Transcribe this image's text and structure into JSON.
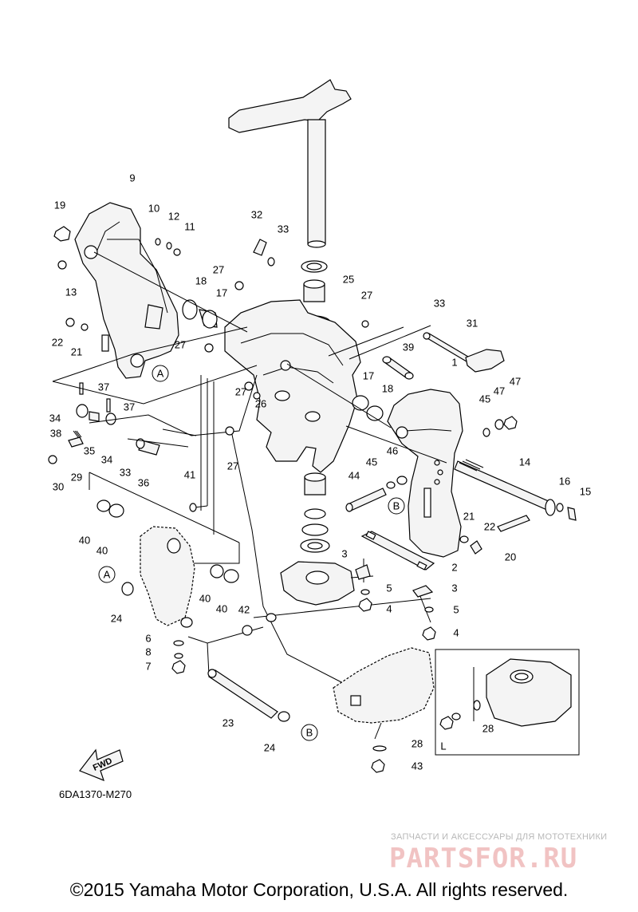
{
  "diagram_code": "6DA1370-M270",
  "copyright": "©2015 Yamaha Motor Corporation, U.S.A. All rights reserved.",
  "watermark": {
    "caption": "ЗАПЧАСТИ И АКСЕССУАРЫ ДЛЯ МОТОТЕХНИКИ",
    "logo": "PARTSFOR.RU"
  },
  "fwd_label": "FWD",
  "inset_label": "L",
  "refs": {
    "a": "A",
    "b": "B"
  },
  "parts": {
    "p1": "1",
    "p2": "2",
    "p3": "3",
    "p4": "4",
    "p5": "5",
    "p6": "6",
    "p7": "7",
    "p8": "8",
    "p9": "9",
    "p10": "10",
    "p11": "11",
    "p12": "12",
    "p13": "13",
    "p14": "14",
    "p15": "15",
    "p16": "16",
    "p17": "17",
    "p18": "18",
    "p19": "19",
    "p20": "20",
    "p21": "21",
    "p22": "22",
    "p23": "23",
    "p24": "24",
    "p25": "25",
    "p26": "26",
    "p27": "27",
    "p28": "28",
    "p29": "29",
    "p30": "30",
    "p31": "31",
    "p32": "32",
    "p33": "33",
    "p34": "34",
    "p35": "35",
    "p36": "36",
    "p37": "37",
    "p38": "38",
    "p39": "39",
    "p40": "40",
    "p41": "41",
    "p42": "42",
    "p43": "43",
    "p44": "44",
    "p45": "45",
    "p46": "46",
    "p47": "47"
  }
}
